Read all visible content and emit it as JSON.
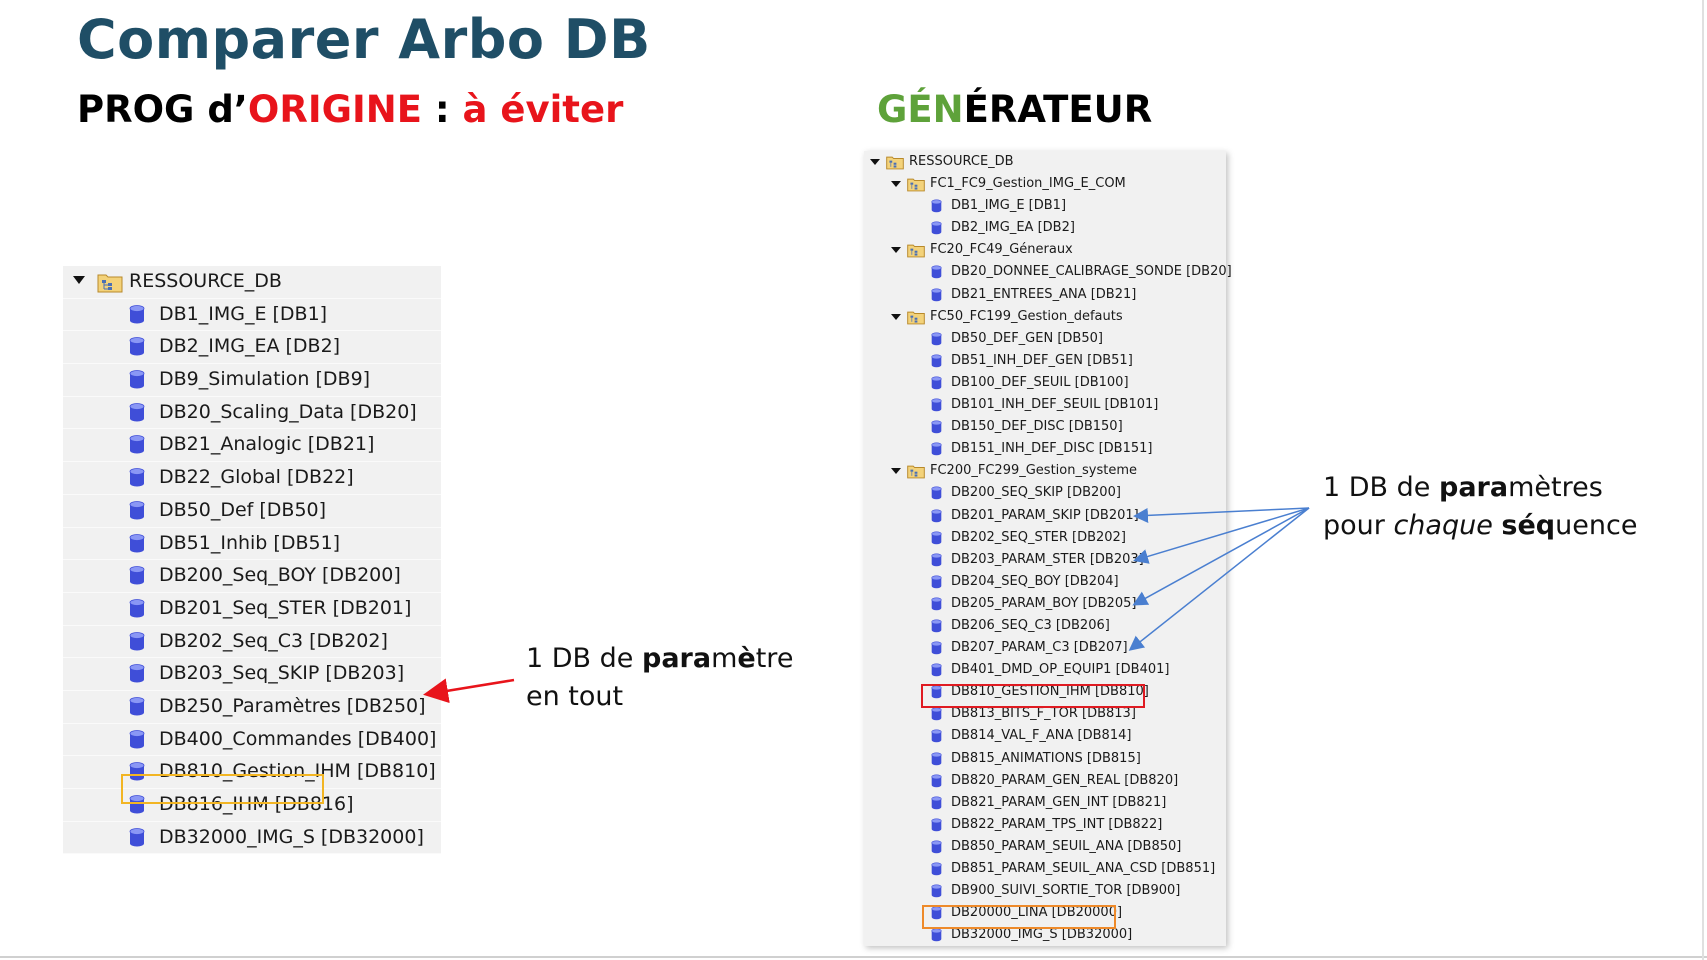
{
  "title": "Comparer Arbo DB",
  "left_heading": {
    "part1": "PROG",
    "part2": " d’",
    "part3": "ORIGINE",
    "part4": " : ",
    "part5": "à ",
    "part6": "éviter"
  },
  "right_heading": {
    "part1": "GÉN",
    "part2": "ÉRATEUR"
  },
  "left_tree": {
    "root": "RESSOURCE_DB",
    "items": [
      "DB1_IMG_E [DB1]",
      "DB2_IMG_EA [DB2]",
      "DB9_Simulation [DB9]",
      "DB20_Scaling_Data [DB20]",
      "DB21_Analogic [DB21]",
      "DB22_Global [DB22]",
      "DB50_Def [DB50]",
      "DB51_Inhib [DB51]",
      "DB200_Seq_BOY [DB200]",
      "DB201_Seq_STER [DB201]",
      "DB202_Seq_C3 [DB202]",
      "DB203_Seq_SKIP [DB203]",
      "DB250_Paramètres [DB250]",
      "DB400_Commandes [DB400]",
      "DB810_Gestion_IHM [DB810]",
      "DB816_IHM [DB816]",
      "DB32000_IMG_S [DB32000]"
    ]
  },
  "right_tree": {
    "root": "RESSOURCE_DB",
    "rows": [
      "FC1_FC9_Gestion_IMG_E_COM",
      "DB1_IMG_E [DB1]",
      "DB2_IMG_EA [DB2]",
      "FC20_FC49_Géneraux",
      "DB20_DONNEE_CALIBRAGE_SONDE [DB20]",
      "DB21_ENTREES_ANA [DB21]",
      "FC50_FC199_Gestion_defauts",
      "DB50_DEF_GEN [DB50]",
      "DB51_INH_DEF_GEN [DB51]",
      "DB100_DEF_SEUIL [DB100]",
      "DB101_INH_DEF_SEUIL [DB101]",
      "DB150_DEF_DISC [DB150]",
      "DB151_INH_DEF_DISC [DB151]",
      "FC200_FC299_Gestion_systeme",
      "DB200_SEQ_SKIP [DB200]",
      "DB201_PARAM_SKIP [DB201]",
      "DB202_SEQ_STER [DB202]",
      "DB203_PARAM_STER [DB203]",
      "DB204_SEQ_BOY [DB204]",
      "DB205_PARAM_BOY [DB205]",
      "DB206_SEQ_C3 [DB206]",
      "DB207_PARAM_C3 [DB207]",
      "DB401_DMD_OP_EQUIP1 [DB401]",
      "DB810_GESTION_IHM [DB810]",
      "DB813_BITS_F_TOR [DB813]",
      "DB814_VAL_F_ANA [DB814]",
      "DB815_ANIMATIONS [DB815]",
      "DB820_PARAM_GEN_REAL [DB820]",
      "DB821_PARAM_GEN_INT [DB821]",
      "DB822_PARAM_TPS_INT [DB822]",
      "DB850_PARAM_SEUIL_ANA [DB850]",
      "DB851_PARAM_SEUIL_ANA_CSD [DB851]",
      "DB900_SUIVI_SORTIE_TOR [DB900]",
      "DB20000_LINA [DB20000]",
      "DB32000_IMG_S [DB32000]"
    ]
  },
  "annotation_left": {
    "line1_a": "1 DB de ",
    "line1_b": "para",
    "line1_c": "m",
    "line1_d": "è",
    "line1_e": "tre",
    "line2": "en tout"
  },
  "annotation_right": {
    "line1_a": "1 DB de ",
    "line1_b": "para",
    "line1_c": "mètres",
    "line2_a": "pour ",
    "line2_b": "chaque",
    "line2_c": " ",
    "line2_d": "séq",
    "line2_e": "uence"
  },
  "colors": {
    "title": "#1f4e66",
    "red_accent": "#e8141b",
    "green_accent": "#5ea23a",
    "highlight_orange": "#f2b523",
    "highlight_red": "#e01b22",
    "arrow_blue": "#4a7fd0"
  },
  "icons": {
    "folder": "folder-icon",
    "db": "database-icon",
    "expand": "triangle-down-icon"
  }
}
